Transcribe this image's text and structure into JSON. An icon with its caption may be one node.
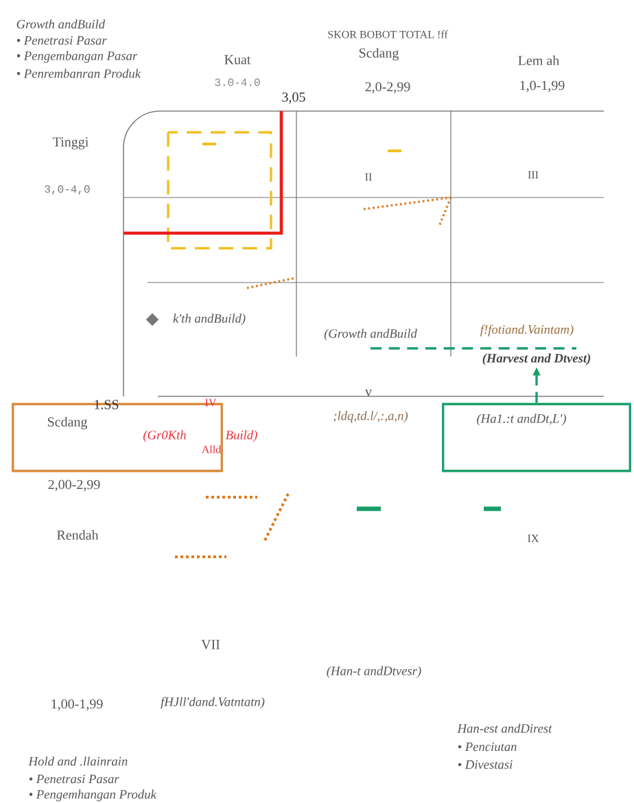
{
  "diagram": {
    "nodes": [
      {
        "text": [
          "Scdang",
          "(Gr0Kth",
          "Build)",
          "Alld"
        ]
      },
      {
        "text": [
          "(Ha1.:t andDt,L')"
        ]
      },
      {
        "text": [
          "(Harvest and Dtvest)"
        ]
      }
    ],
    "edges": [
      {
        "from": 1,
        "to": 2,
        "arrow": "to",
        "style": "dashed",
        "color": "#1a9e6a"
      }
    ],
    "labels": [
      "Growth andBuild",
      "• Penetrasi Pasar",
      "• Pengembangan Pasar",
      "• Penrembanran Produk",
      "SKOR BOBOT TOTAL !ff",
      "Kuat",
      "Scdang",
      "Lem ah",
      "3.0-4.0",
      "2,0-2,99",
      "1,0-1,99",
      "3,05",
      "Tinggi",
      "3,0-4,0",
      "II",
      "III",
      "k'th andBuild)",
      "(Growth andBuild",
      "f!fotiand.Vaintam)",
      "v",
      "1.SS",
      "IV",
      ";ldq,td.l/,:,a,n)",
      "2,00-2,99",
      "Rendah",
      "IX",
      "VII",
      "(Han-t andDtvesr)",
      "fHJll'dand.Vatntatn)",
      "1,00-1,99",
      "Han-est andDirest",
      "• Penciutan",
      "• Divestasi",
      "Hold and .llainrain",
      "• Penetrasi Pasar",
      "• Pengemhangan Produk"
    ]
  }
}
